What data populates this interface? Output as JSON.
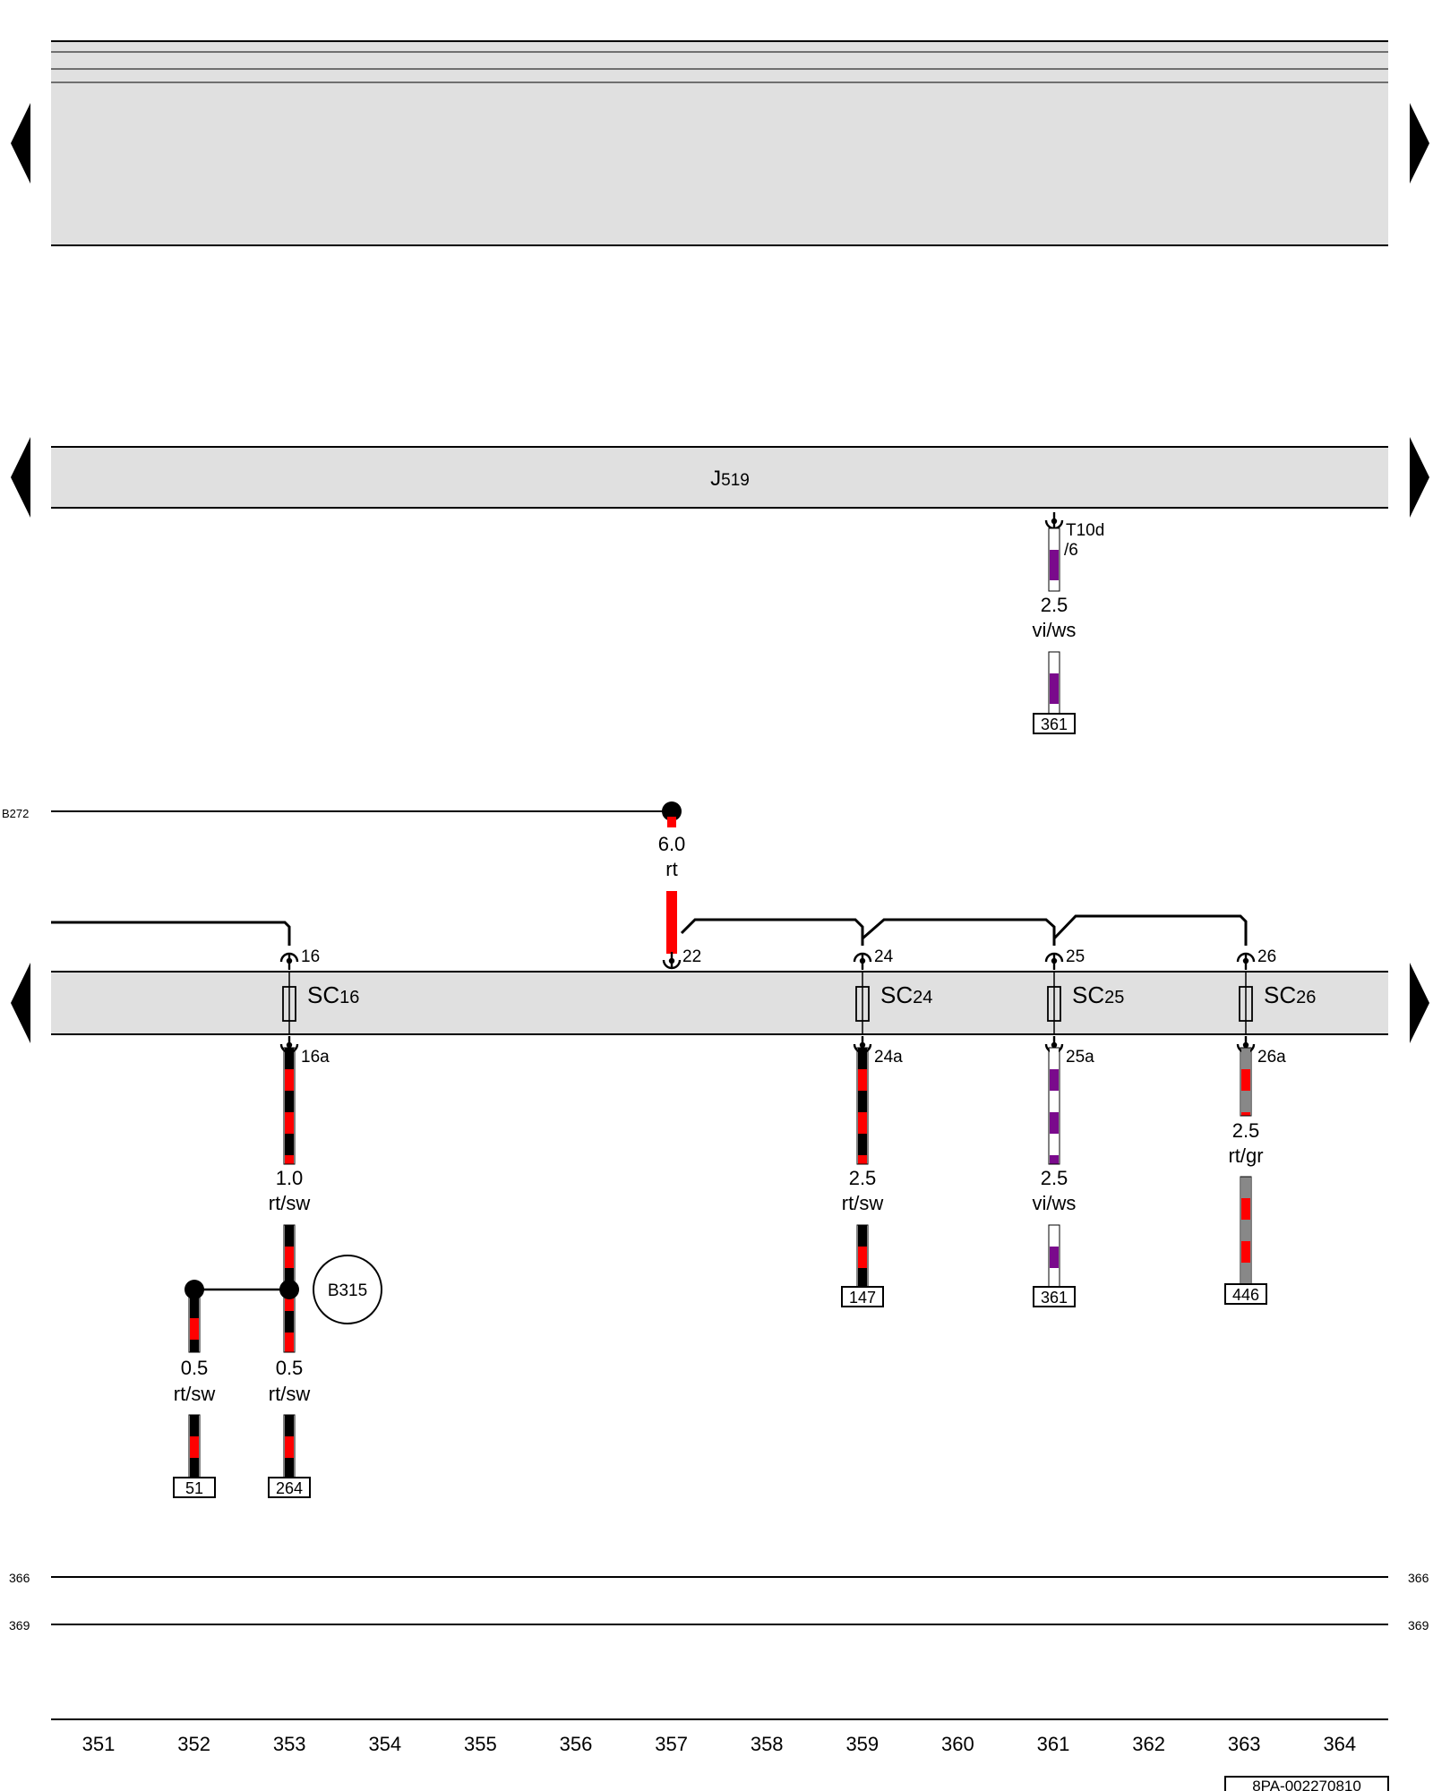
{
  "components": {
    "j519": {
      "label": "J519"
    }
  },
  "connector_t10d": {
    "name": "T10d",
    "pin": "/6"
  },
  "wires": {
    "t10d_out": {
      "size": "2.5",
      "color": "vi/ws",
      "ref": "361",
      "colors": [
        "#ffffff",
        "#7a0a8c"
      ]
    },
    "main_feed": {
      "size": "6.0",
      "color": "rt",
      "colors": [
        "#ff0000",
        "#ff0000"
      ]
    },
    "sc16_out": {
      "size": "1.0",
      "color": "rt/sw",
      "colors": [
        "#000000",
        "#ff0000"
      ]
    },
    "sc24_out": {
      "size": "2.5",
      "color": "rt/sw",
      "ref": "147",
      "colors": [
        "#000000",
        "#ff0000"
      ]
    },
    "sc25_out": {
      "size": "2.5",
      "color": "vi/ws",
      "ref": "361",
      "colors": [
        "#ffffff",
        "#7a0a8c"
      ]
    },
    "sc26_out": {
      "size": "2.5",
      "color": "rt/gr",
      "ref": "446",
      "colors": [
        "#888888",
        "#ff0000"
      ]
    },
    "branch_left": {
      "size": "0.5",
      "color": "rt/sw",
      "ref": "51",
      "colors": [
        "#000000",
        "#ff0000"
      ]
    },
    "branch_right": {
      "size": "0.5",
      "color": "rt/sw",
      "ref": "264",
      "colors": [
        "#000000",
        "#ff0000"
      ]
    }
  },
  "fuse_pins": {
    "sc16_in": "16",
    "sc16_out": "16a",
    "sc22_in": "22",
    "sc24_in": "24",
    "sc24_out": "24a",
    "sc25_in": "25",
    "sc25_out": "25a",
    "sc26_in": "26",
    "sc26_out": "26a"
  },
  "fuses": [
    {
      "id": "sc16",
      "base": "SC",
      "num": "16"
    },
    {
      "id": "sc24",
      "base": "SC",
      "num": "24"
    },
    {
      "id": "sc25",
      "base": "SC",
      "num": "25"
    },
    {
      "id": "sc26",
      "base": "SC",
      "num": "26"
    }
  ],
  "connections": {
    "b272": "B272",
    "b315": "B315",
    "line_366": "366",
    "line_369": "369"
  },
  "columns": [
    "351",
    "352",
    "353",
    "354",
    "355",
    "356",
    "357",
    "358",
    "359",
    "360",
    "361",
    "362",
    "363",
    "364"
  ],
  "doc_id": "8PA-002270810"
}
